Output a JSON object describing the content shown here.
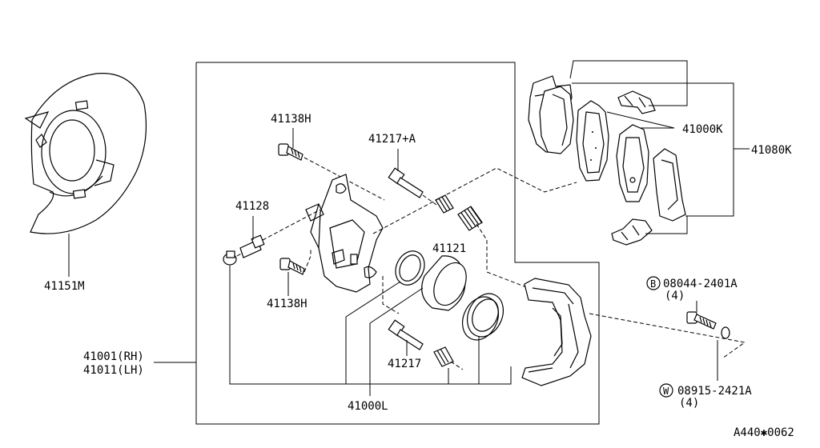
{
  "diagram": {
    "labels": {
      "splash_shield": "41151M",
      "bolt_top": "41138H",
      "bolt_bottom": "41138H",
      "bleeder": "41128",
      "pin_top": "41217+A",
      "pin_bottom": "41217",
      "piston_seal": "41121",
      "caliper_assy": "41000L",
      "pad_kit": "41000K",
      "pad_set": "41080K",
      "caliper_rh": "41001(RH)",
      "caliper_lh": "41011(LH)",
      "bolt_b": "08044-2401A",
      "bolt_b_qty": "(4)",
      "washer_w": "08915-2421A",
      "washer_w_qty": "(4)",
      "bolt_b_marker": "B",
      "washer_w_marker": "W",
      "figure_id": "A440✱0062"
    }
  }
}
